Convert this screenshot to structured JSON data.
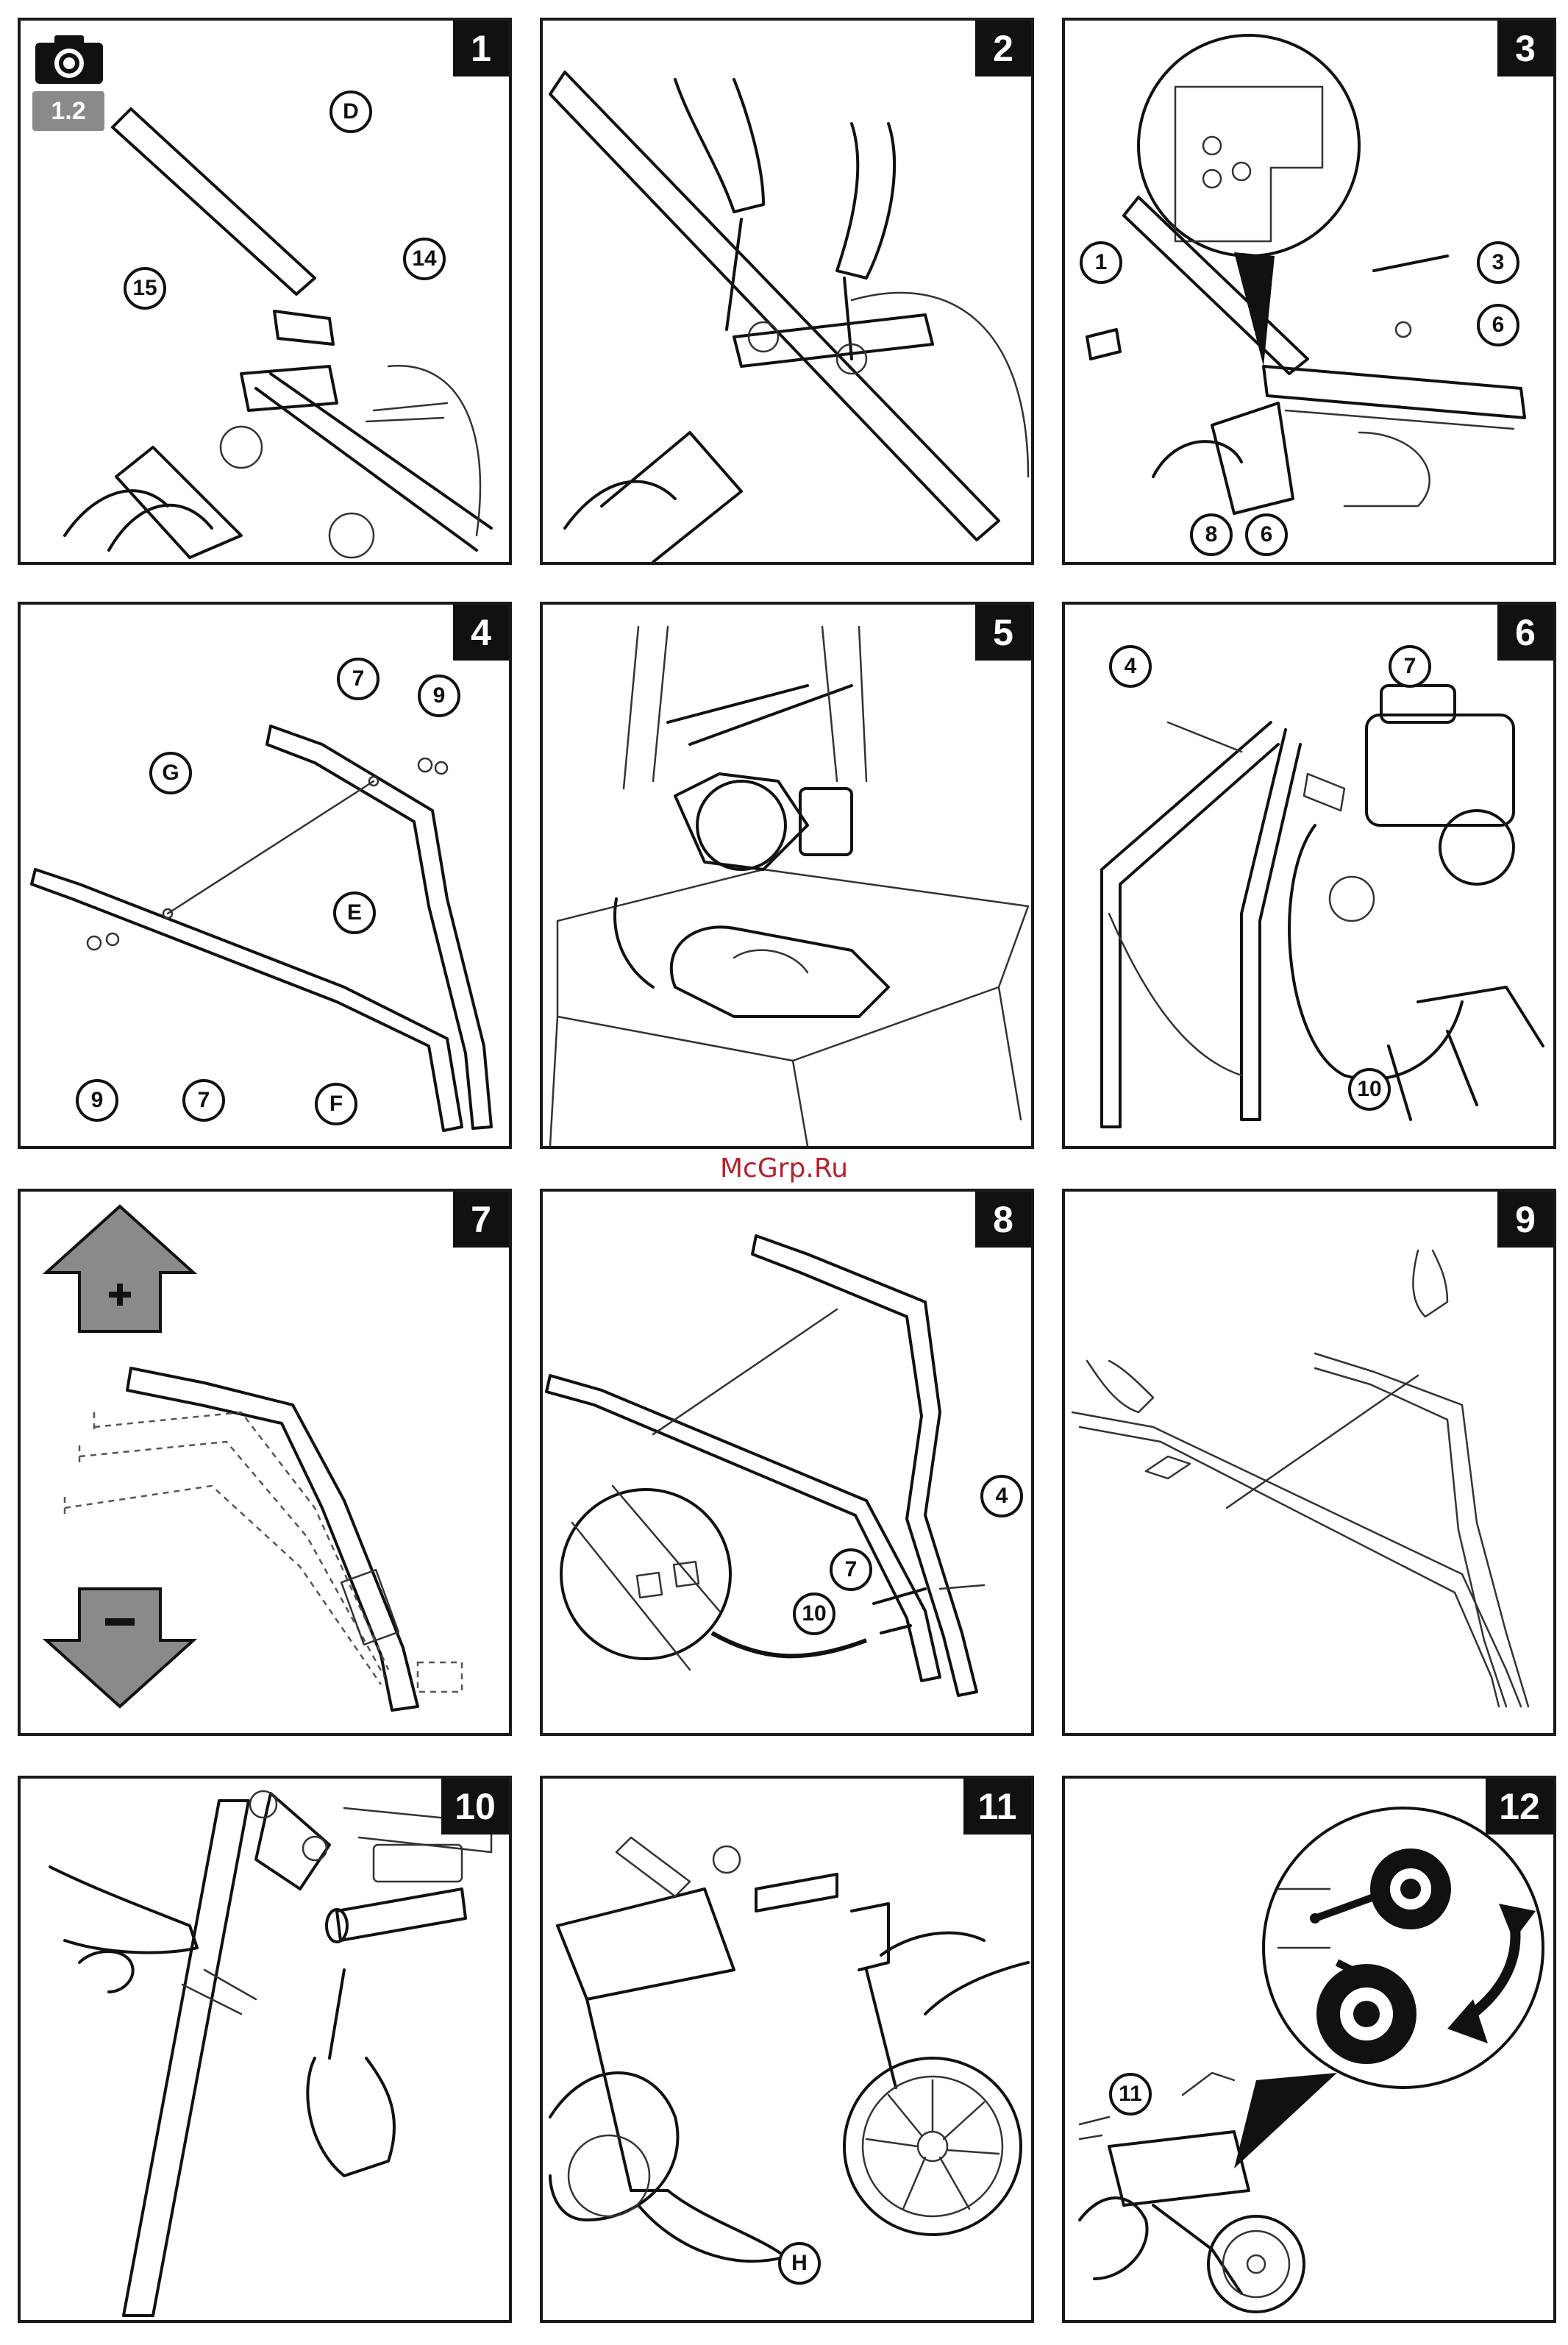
{
  "watermark": "McGrp.Ru",
  "badge_label": "1.2",
  "icons": {
    "camera": "camera-icon",
    "plus": "plus-arrow-icon",
    "minus": "minus-arrow-icon",
    "rotate": "rotate-arrows-icon"
  },
  "panels": [
    {
      "number": "1",
      "callouts": [
        "D",
        "15",
        "14"
      ]
    },
    {
      "number": "2",
      "callouts": []
    },
    {
      "number": "3",
      "callouts": [
        "1",
        "3",
        "6",
        "8",
        "6"
      ]
    },
    {
      "number": "4",
      "callouts": [
        "7",
        "9",
        "G",
        "E",
        "9",
        "7",
        "F"
      ]
    },
    {
      "number": "5",
      "callouts": []
    },
    {
      "number": "6",
      "callouts": [
        "4",
        "7",
        "10"
      ]
    },
    {
      "number": "7",
      "callouts": []
    },
    {
      "number": "8",
      "callouts": [
        "4",
        "7",
        "10"
      ]
    },
    {
      "number": "9",
      "callouts": []
    },
    {
      "number": "10",
      "callouts": []
    },
    {
      "number": "11",
      "callouts": [
        "H"
      ]
    },
    {
      "number": "12",
      "callouts": [
        "11"
      ]
    }
  ]
}
